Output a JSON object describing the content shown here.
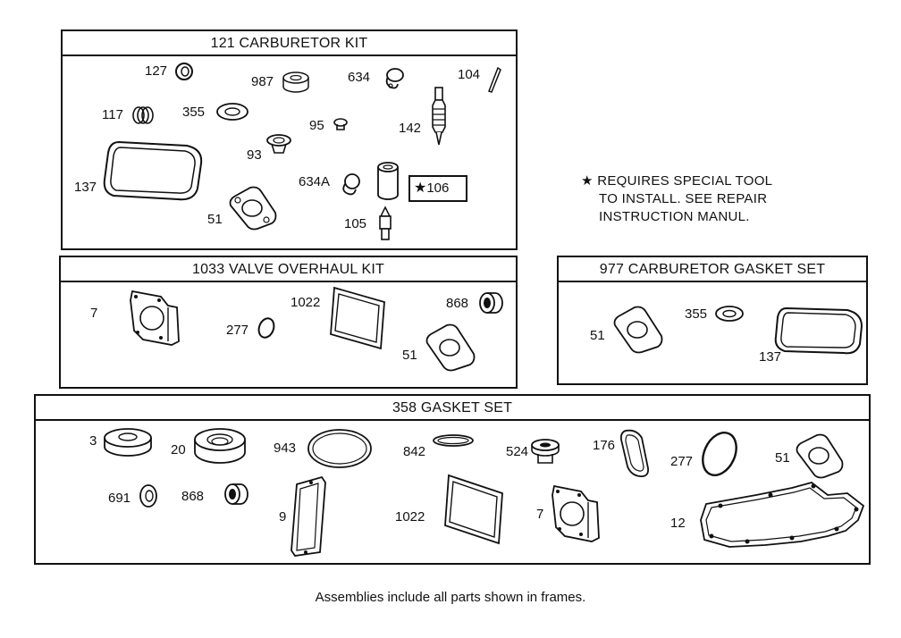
{
  "frames": {
    "carb_kit": {
      "title": "121 CARBURETOR KIT"
    },
    "valve_kit": {
      "title": "1033 VALVE OVERHAUL KIT"
    },
    "carb_gasket_set": {
      "title": "977 CARBURETOR GASKET SET"
    },
    "gasket_set": {
      "title": "358 GASKET SET"
    }
  },
  "carb_kit_labels": {
    "p127": "127",
    "p987": "987",
    "p634": "634",
    "p104": "104",
    "p117": "117",
    "p355": "355",
    "p95": "95",
    "p142": "142",
    "p93": "93",
    "p137": "137",
    "p634a": "634A",
    "p106": "106",
    "p51": "51",
    "p105": "105"
  },
  "valve_kit_labels": {
    "p7": "7",
    "p277": "277",
    "p1022": "1022",
    "p868": "868",
    "p51": "51"
  },
  "carb_gasket_labels": {
    "p51": "51",
    "p355": "355",
    "p137": "137"
  },
  "gasket_set_labels": {
    "p3": "3",
    "p20": "20",
    "p943": "943",
    "p842": "842",
    "p524": "524",
    "p176": "176",
    "p277": "277",
    "p51": "51",
    "p691": "691",
    "p868": "868",
    "p9": "9",
    "p1022": "1022",
    "p7": "7",
    "p12": "12"
  },
  "note": {
    "star": "★",
    "line1": "REQUIRES SPECIAL TOOL",
    "line2": "TO INSTALL. SEE REPAIR",
    "line3": "INSTRUCTION MANUL."
  },
  "footnote": "Assemblies include all parts shown in frames."
}
